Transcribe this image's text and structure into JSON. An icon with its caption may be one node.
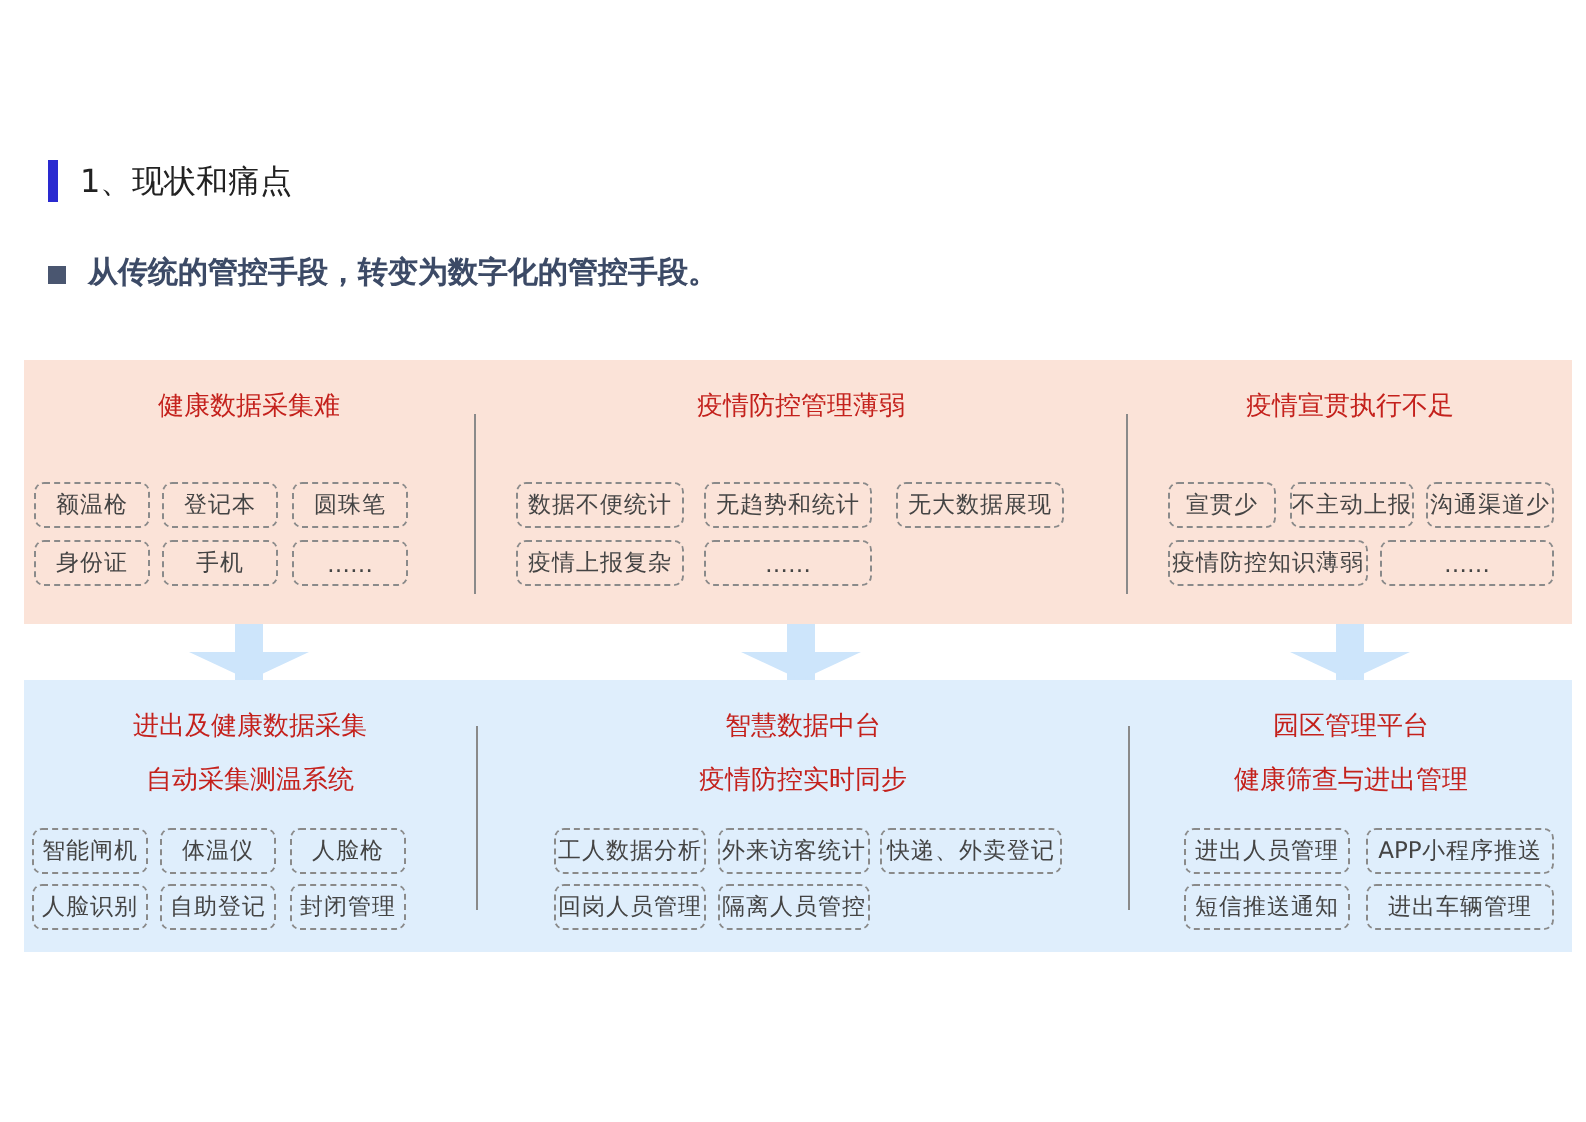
{
  "diagram": {
    "title": "1、现状和痛点",
    "nodes": [
      {
        "text": [
          "健康数据采集难"
        ]
      },
      {
        "text": [
          "额温枪"
        ],
        "in": 0
      },
      {
        "text": [
          "登记本"
        ],
        "in": 0
      },
      {
        "text": [
          "圆珠笔"
        ],
        "in": 0
      },
      {
        "text": [
          "身份证"
        ],
        "in": 0
      },
      {
        "text": [
          "手机"
        ],
        "in": 0
      },
      {
        "text": [
          "……"
        ],
        "in": 0
      },
      {
        "text": [
          "疫情防控管理薄弱"
        ]
      },
      {
        "text": [
          "数据不便统计"
        ],
        "in": 7
      },
      {
        "text": [
          "无趋势和统计"
        ],
        "in": 7
      },
      {
        "text": [
          "无大数据展现"
        ],
        "in": 7
      },
      {
        "text": [
          "疫情上报复杂"
        ],
        "in": 7
      },
      {
        "text": [
          "……"
        ],
        "in": 7
      },
      {
        "text": [
          "疫情宣贯执行不足"
        ]
      },
      {
        "text": [
          "宣贯少"
        ],
        "in": 13
      },
      {
        "text": [
          "不主动上报"
        ],
        "in": 13
      },
      {
        "text": [
          "沟通渠道少"
        ],
        "in": 13
      },
      {
        "text": [
          "疫情防控知识薄弱"
        ],
        "in": 13
      },
      {
        "text": [
          "……"
        ],
        "in": 13
      },
      {
        "text": [
          "进出及健康数据采集",
          "自动采集测温系统"
        ]
      },
      {
        "text": [
          "智能闸机"
        ],
        "in": 19
      },
      {
        "text": [
          "体温仪"
        ],
        "in": 19
      },
      {
        "text": [
          "人脸枪"
        ],
        "in": 19
      },
      {
        "text": [
          "人脸识别"
        ],
        "in": 19
      },
      {
        "text": [
          "自助登记"
        ],
        "in": 19
      },
      {
        "text": [
          "封闭管理"
        ],
        "in": 19
      },
      {
        "text": [
          "智慧数据中台",
          "疫情防控实时同步"
        ]
      },
      {
        "text": [
          "工人数据分析"
        ],
        "in": 26
      },
      {
        "text": [
          "外来访客统计"
        ],
        "in": 26
      },
      {
        "text": [
          "快递、外卖登记"
        ],
        "in": 26
      },
      {
        "text": [
          "回岗人员管理"
        ],
        "in": 26
      },
      {
        "text": [
          "隔离人员管控"
        ],
        "in": 26
      },
      {
        "text": [
          "园区管理平台",
          "健康筛查与进出管理"
        ]
      },
      {
        "text": [
          "进出人员管理"
        ],
        "in": 32
      },
      {
        "text": [
          "APP小程序推送"
        ],
        "in": 32
      },
      {
        "text": [
          "短信推送通知"
        ],
        "in": 32
      },
      {
        "text": [
          "进出车辆管理"
        ],
        "in": 32
      }
    ],
    "edges": [
      {
        "from": 0,
        "to": 19,
        "arrow": "to"
      },
      {
        "from": 7,
        "to": 26,
        "arrow": "to"
      },
      {
        "from": 13,
        "to": 32,
        "arrow": "to"
      }
    ],
    "labels": [
      "从传统的管控手段，转变为数字化的管控手段。"
    ]
  }
}
